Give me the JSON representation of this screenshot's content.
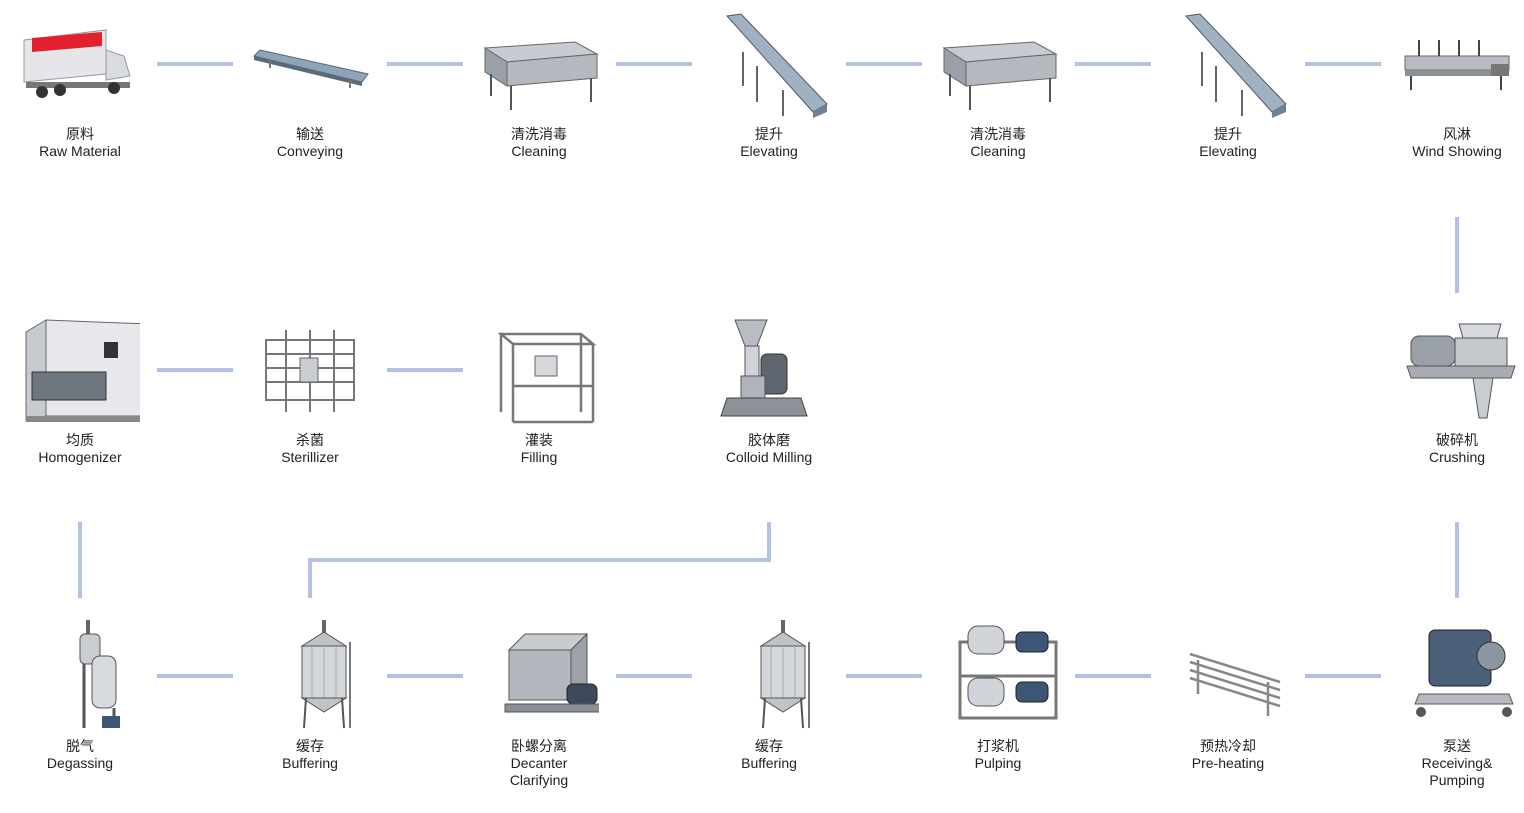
{
  "diagram": {
    "accent_color": "#b3c1e6",
    "nodes": [
      {
        "id": "raw-material",
        "cn": "原料",
        "en": "Raw Material",
        "icon": "truck-icon"
      },
      {
        "id": "conveying",
        "cn": "输送",
        "en": "Conveying",
        "icon": "conveyor-icon"
      },
      {
        "id": "cleaning-1",
        "cn": "清洗消毒",
        "en": "Cleaning",
        "icon": "washer-icon"
      },
      {
        "id": "elevating-1",
        "cn": "提升",
        "en": "Elevating",
        "icon": "elevator-icon"
      },
      {
        "id": "cleaning-2",
        "cn": "清洗消毒",
        "en": "Cleaning",
        "icon": "washer-icon"
      },
      {
        "id": "elevating-2",
        "cn": "提升",
        "en": "Elevating",
        "icon": "elevator-icon"
      },
      {
        "id": "wind-showing",
        "cn": "风淋",
        "en": "Wind Showing",
        "icon": "air-shower-icon"
      },
      {
        "id": "homogenizer",
        "cn": "均质",
        "en": "Homogenizer",
        "icon": "homogenizer-icon"
      },
      {
        "id": "sterillizer",
        "cn": "杀菌",
        "en": "Sterillizer",
        "icon": "sterilizer-icon"
      },
      {
        "id": "filling",
        "cn": "灌装",
        "en": "Filling",
        "icon": "filling-frame-icon"
      },
      {
        "id": "colloid-milling",
        "cn": "胶体磨",
        "en": "Colloid Milling",
        "icon": "colloid-mill-icon"
      },
      {
        "id": "crushing",
        "cn": "破碎机",
        "en": "Crushing",
        "icon": "crusher-icon"
      },
      {
        "id": "degassing",
        "cn": "脱气",
        "en": "Degassing",
        "icon": "degasser-icon"
      },
      {
        "id": "buffering-1",
        "cn": "缓存",
        "en": "Buffering",
        "icon": "tank-icon"
      },
      {
        "id": "decanter",
        "cn": "卧螺分离",
        "en": "Decanter",
        "en2": "Clarifying",
        "icon": "decanter-icon"
      },
      {
        "id": "buffering-2",
        "cn": "缓存",
        "en": "Buffering",
        "icon": "tank-icon"
      },
      {
        "id": "pulping",
        "cn": "打浆机",
        "en": "Pulping",
        "icon": "pulper-icon"
      },
      {
        "id": "pre-heating",
        "cn": "预热冷却",
        "en": "Pre-heating",
        "icon": "heat-exchanger-icon"
      },
      {
        "id": "receiving-pumping",
        "cn": "泵送",
        "en": "Receiving&",
        "en2": "Pumping",
        "icon": "pump-icon"
      }
    ]
  }
}
